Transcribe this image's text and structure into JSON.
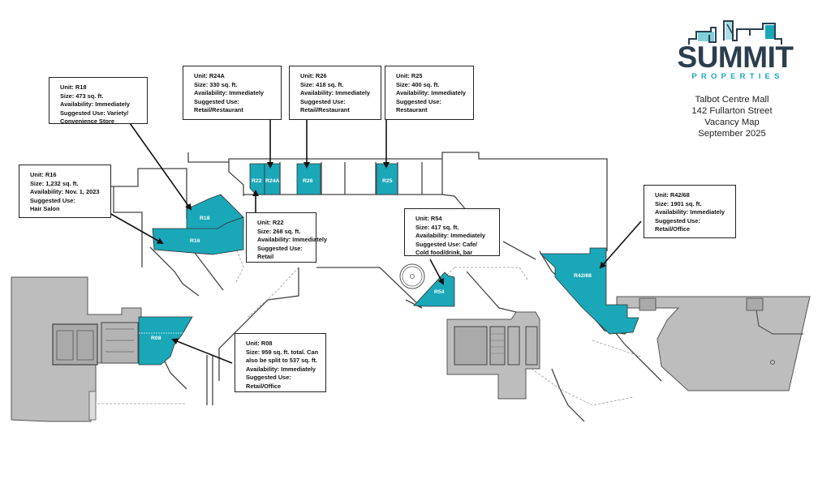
{
  "brand": {
    "name": "SUMMIT",
    "subtitle": "PROPERTIES",
    "primary_color": "#2c3e4e",
    "accent_color": "#1aa7b8"
  },
  "info": {
    "property_name": "Talbot Centre Mall",
    "address": "142 Fullarton Street",
    "document_title": "Vacancy Map",
    "date": "September 2025"
  },
  "colors": {
    "vacant_unit": "#1aa7b8",
    "occupied_anchor": "#bdbdbd",
    "walls": "#444444"
  },
  "units": [
    {
      "id": "R18",
      "map_label": "R18",
      "unit": "Unit:  R18",
      "size": "Size:  473 sq. ft.",
      "availability": "Availability: Immediately",
      "use_lines": [
        "Suggested Use: Variety/",
        "Convenience Store"
      ]
    },
    {
      "id": "R24A",
      "map_label": "R24A",
      "unit": "Unit:  R24A",
      "size": "Size:  330 sq. ft.",
      "availability": "Availability: Immediately",
      "use_lines": [
        "Suggested Use:",
        "Retail/Restaurant"
      ]
    },
    {
      "id": "R26",
      "map_label": "R26",
      "unit": "Unit:  R26",
      "size": "Size:  418 sq. ft.",
      "availability": "Availability: Immediately",
      "use_lines": [
        "Suggested Use:",
        "Retail/Restaurant"
      ]
    },
    {
      "id": "R25",
      "map_label": "R25",
      "unit": "Unit:  R25",
      "size": "Size:  400 sq. ft.",
      "availability": "Availability: Immediately",
      "use_lines": [
        "Suggested Use:",
        "Restaurant"
      ]
    },
    {
      "id": "R16",
      "map_label": "R16",
      "unit": "Unit:  R16",
      "size": "Size:  1,232 sq. ft.",
      "availability": "Availability: Nov. 1, 2023",
      "use_lines": [
        "Suggested Use:",
        "Hair Salon"
      ]
    },
    {
      "id": "R22",
      "map_label": "R22",
      "unit": "Unit:  R22",
      "size": "Size:  268 sq. ft.",
      "availability": "Availability: Immediately",
      "use_lines": [
        "Suggested Use:",
        "Retail"
      ]
    },
    {
      "id": "R54",
      "map_label": "R54",
      "unit": "Unit:  R54",
      "size": "Size:  417 sq. ft.",
      "availability": "Availability: Immediately",
      "use_lines": [
        "Suggested Use: Cafe/",
        "Cold food/drink, bar"
      ]
    },
    {
      "id": "R42/68",
      "map_label": "R42/68",
      "unit": "Unit:  R42/68",
      "size": "Size:  1901 sq. ft.",
      "availability": "Availability: Immediately",
      "use_lines": [
        "Suggested Use:",
        "Retail/Office"
      ]
    },
    {
      "id": "R08",
      "map_label": "R08",
      "unit": "Unit:  R08",
      "size_lines": [
        "Size:  959 sq. ft. total. Can",
        "also be split to 537 sq. ft."
      ],
      "availability": "Availability: Immediately",
      "use_lines": [
        "Suggested Use:",
        "Retail/Office"
      ]
    }
  ]
}
